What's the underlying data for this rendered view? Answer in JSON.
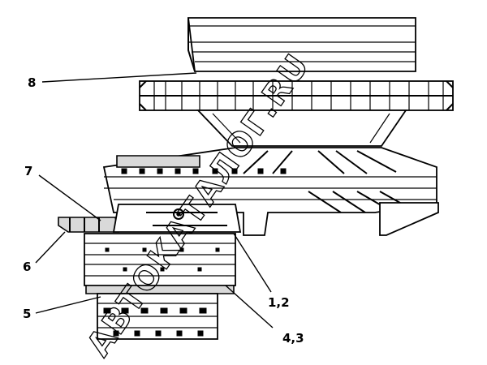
{
  "callouts": {
    "c8": "8",
    "c7": "7",
    "c6": "6",
    "c5": "5",
    "c12": "1,2",
    "c43": "4,3"
  },
  "watermark": "АВТОКАТАЛОГ.RU"
}
